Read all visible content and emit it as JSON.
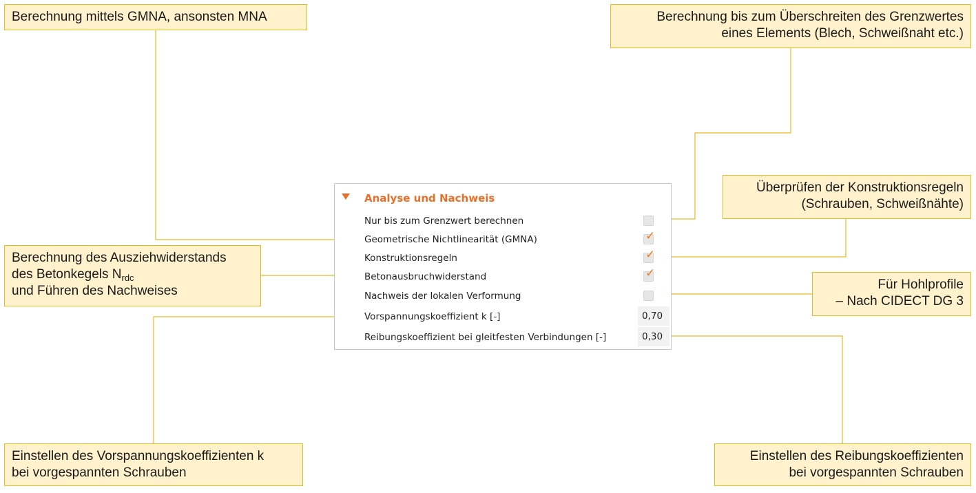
{
  "callouts": {
    "gmna": "Berechnung mittels GMNA, ansonsten MNA",
    "limit": [
      "Berechnung bis zum Überschreiten des Grenzwertes",
      "eines Elements (Blech, Schweißnaht etc.)"
    ],
    "rules": [
      "Überprüfen der Konstruktionsregeln",
      "(Schrauben, Schweißnähte)"
    ],
    "pullout": {
      "line1": "Berechnung des Ausziehwiderstands",
      "line2_main": "des Betonkegels N",
      "line2_sub": "rdc",
      "line3": "und Führen des Nachweises"
    },
    "hollow": [
      "Für Hohlprofile",
      "– Nach CIDECT DG 3"
    ],
    "preload": [
      "Einstellen des Vorspannungskoeffizienten k",
      "bei vorgespannten Schrauben"
    ],
    "friction": [
      "Einstellen des Reibungskoeffizienten",
      "bei vorgespannten Schrauben"
    ]
  },
  "panel": {
    "title": "Analyse und Nachweis",
    "checkboxes": [
      {
        "label": "Nur bis zum Grenzwert berechnen",
        "checked": false
      },
      {
        "label": "Geometrische Nichtlinearität (GMNA)",
        "checked": true
      },
      {
        "label": "Konstruktionsregeln",
        "checked": true
      },
      {
        "label": "Betonausbruchwiderstand",
        "checked": true
      },
      {
        "label": "Nachweis der lokalen Verformung",
        "checked": false
      }
    ],
    "values": [
      {
        "label": "Vorspannungskoeffizient k [-]",
        "value": "0,70"
      },
      {
        "label": "Reibungskoeffizient bei gleitfesten Verbindungen [-]",
        "value": "0,30"
      }
    ],
    "check_mark": "✓"
  },
  "colors": {
    "accent": "#e8702a",
    "callout_bg": "#fff2cc",
    "callout_border": "#e8b923"
  }
}
